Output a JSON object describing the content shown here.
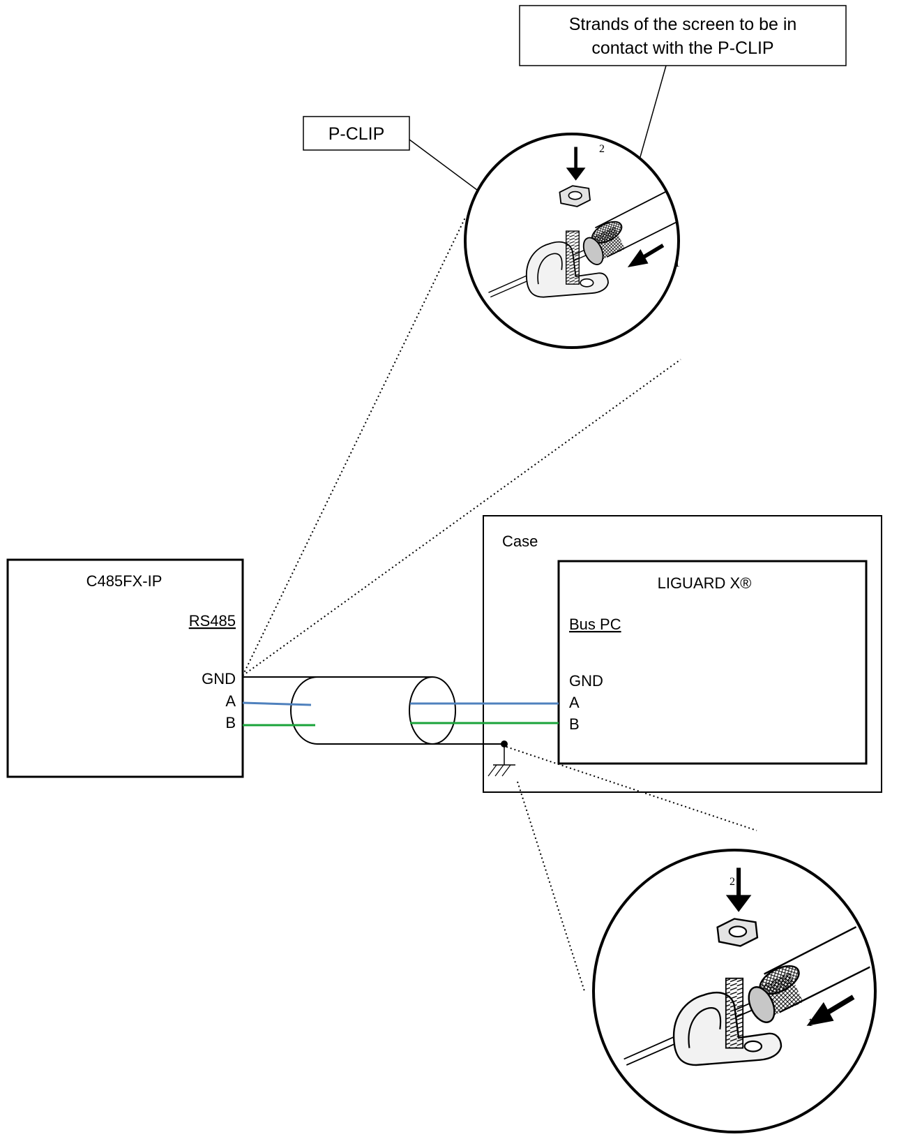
{
  "callouts": {
    "strands_line1": "Strands of the screen to be in",
    "strands_line2": "contact with the P-CLIP",
    "pclip": "P-CLIP"
  },
  "left_device": {
    "title": "C485FX-IP",
    "port": "RS485",
    "gnd": "GND",
    "a": "A",
    "b": "B"
  },
  "case": {
    "title": "Case",
    "device": {
      "title": "LIGUARD X®",
      "port": "Bus PC",
      "gnd": "GND",
      "a": "A",
      "b": "B"
    }
  },
  "detail_top": {
    "step1": "1",
    "step2": "2"
  },
  "detail_bottom": {
    "step1": "1",
    "step2": "2"
  },
  "colors": {
    "wire_a": "#4f81bd",
    "wire_b": "#1aa33a",
    "line": "#000000"
  }
}
